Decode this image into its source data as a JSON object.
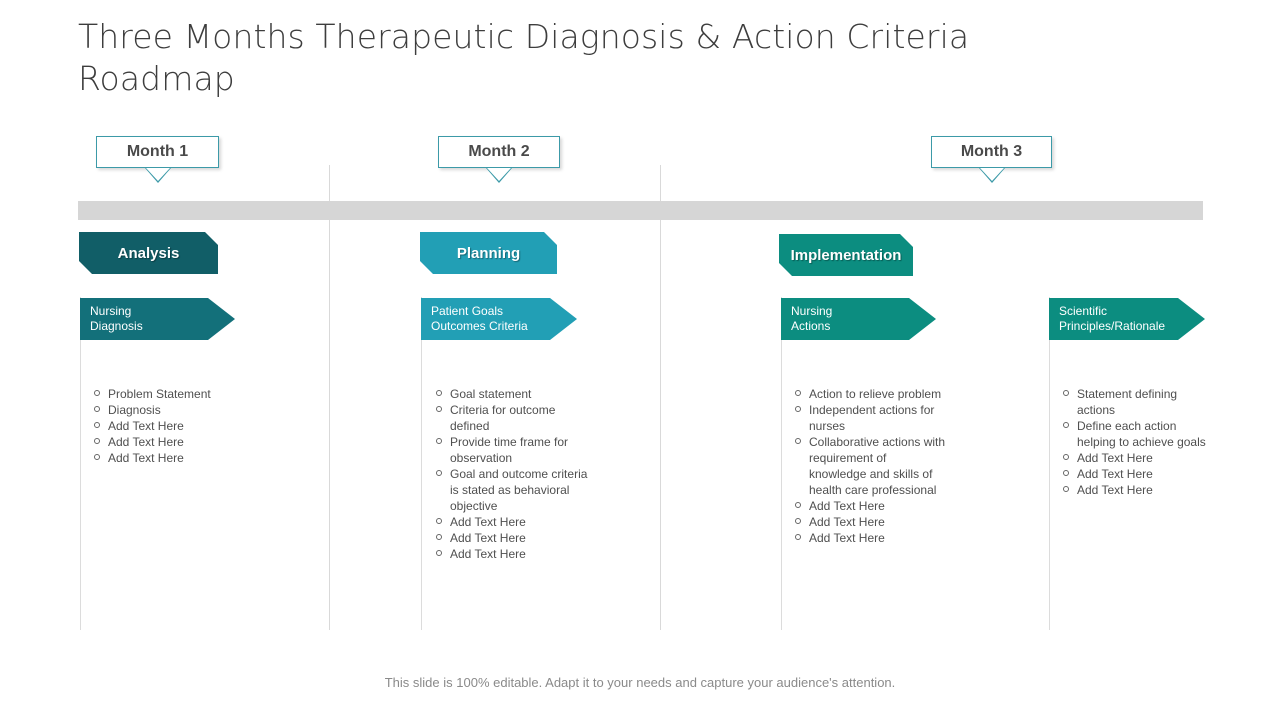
{
  "slide": {
    "title": "Three Months Therapeutic Diagnosis & Action Criteria Roadmap",
    "footer": "This slide is 100% editable. Adapt it to your needs and capture your audience's attention."
  },
  "colors": {
    "analysis": "#115E67",
    "planning": "#229FB5",
    "implementation": "#0C8D80",
    "rationale": "#0C8D80",
    "timeline_bar": "#d6d6d6",
    "callout_border": "#3c9aa8",
    "title_text": "#3d3d3d",
    "body_text": "#4f4f4f",
    "footer_text": "#8a8a8a"
  },
  "months": [
    {
      "label": "Month 1"
    },
    {
      "label": "Month 2"
    },
    {
      "label": "Month 3"
    }
  ],
  "phases": [
    {
      "label": "Analysis"
    },
    {
      "label": "Planning"
    },
    {
      "label": "Implementation"
    }
  ],
  "columns": [
    {
      "chevron_label": "Nursing\nDiagnosis",
      "bullets": [
        "Problem Statement",
        "Diagnosis",
        "Add Text Here",
        "Add Text Here",
        "Add Text Here"
      ]
    },
    {
      "chevron_label": "Patient Goals\nOutcomes Criteria",
      "bullets": [
        "Goal statement",
        "Criteria for outcome defined",
        "Provide  time frame  for observation",
        "Goal and outcome criteria is stated as behavioral  objective",
        "Add Text Here",
        "Add Text Here",
        "Add Text Here"
      ]
    },
    {
      "chevron_label": "Nursing\nActions",
      "bullets": [
        "Action to relieve problem",
        "Independent  actions for nurses",
        "Collaborative  actions with requirement  of knowledge  and  skills of health care professional",
        "Add Text Here",
        "Add Text Here",
        "Add Text Here"
      ]
    },
    {
      "chevron_label": "Scientific\nPrinciples/Rationale",
      "bullets": [
        "Statement defining actions",
        "Define  each action helping to achieve goals",
        "Add Text Here",
        "Add Text Here",
        "Add Text Here"
      ]
    }
  ]
}
